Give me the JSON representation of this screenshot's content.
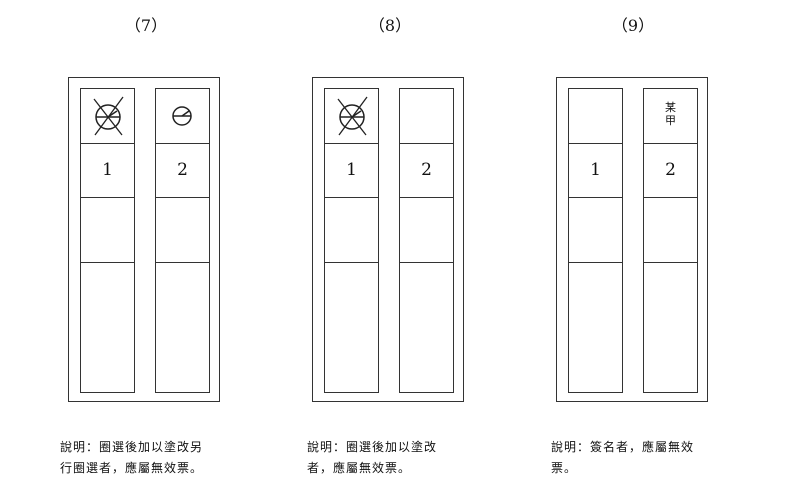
{
  "panels": [
    {
      "title": "（7）",
      "candidates": [
        "1",
        "2"
      ],
      "caption_line1": "說明：圈選後加以塗改另",
      "caption_line2": "行圈選者，應屬無效票。"
    },
    {
      "title": "（8）",
      "candidates": [
        "1",
        "2"
      ],
      "caption_line1": "說明：圈選後加以塗改",
      "caption_line2": "者，應屬無效票。"
    },
    {
      "title": "（9）",
      "candidates": [
        "1",
        "2"
      ],
      "caption_line1": "說明：簽名者，應屬無效",
      "caption_line2": "票。",
      "signature": "某甲"
    }
  ]
}
